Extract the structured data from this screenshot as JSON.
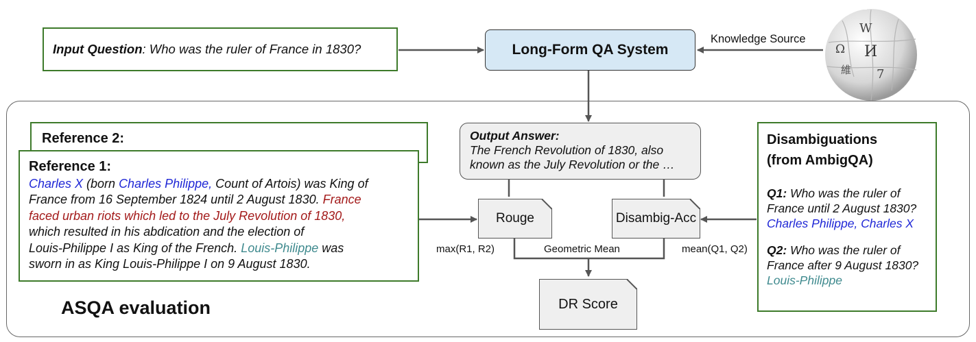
{
  "input": {
    "label": "Input Question",
    "text": ": Who was the ruler of France in 1830?"
  },
  "system": {
    "title": "Long-Form QA System"
  },
  "knowledge": {
    "label": "Knowledge Source"
  },
  "output": {
    "label": "Output Answer:",
    "text_line1": "The French Revolution of 1830, also",
    "text_line2": "known as the July Revolution or the …"
  },
  "ref2": {
    "title": "Reference 2:"
  },
  "ref1": {
    "title": "Reference 1:",
    "l1_a": "Charles X",
    "l1_b": " (born ",
    "l1_c": "Charles Philippe,",
    "l1_d": " Count of Artois) was King of",
    "l2": "France from 16 September 1824 until 2 August 1830. ",
    "l2_red": "France",
    "l3_red": "faced urban riots which led to the July Revolution of 1830,",
    "l4": "which resulted in his abdication and the election of",
    "l5_a": "Louis-Philippe I as King of the French. ",
    "l5_b": "Louis-Philippe",
    "l5_c": " was",
    "l6": "sworn in as King Louis-Philippe I on 9 August 1830."
  },
  "disamb": {
    "title_line1": "Disambiguations",
    "title_line2": "(from AmbigQA)",
    "q1_label": "Q1:",
    "q1_text1": " Who was the ruler of",
    "q1_text2": "France until 2 August 1830?",
    "q1_answer": "Charles Philippe, Charles X",
    "q2_label": "Q2:",
    "q2_text1": " Who was the ruler of",
    "q2_text2": "France after 9 August 1830?",
    "q2_answer": "Louis-Philippe"
  },
  "metrics": {
    "rouge": "Rouge",
    "disambig": "Disambig-Acc",
    "dr": "DR Score",
    "max_label": "max(R1, R2)",
    "mean_label": "mean(Q1, Q2)",
    "geo_label": "Geometric Mean"
  },
  "eval_title": "ASQA evaluation",
  "globe_glyphs": [
    "W",
    "Ω",
    "И",
    "維",
    "7"
  ],
  "colors": {
    "green": "#3d7a2a",
    "system_fill": "#d6e8f5",
    "blue_text": "#1f27d6",
    "red_text": "#a31a1a",
    "teal_text": "#3f8a8e"
  }
}
